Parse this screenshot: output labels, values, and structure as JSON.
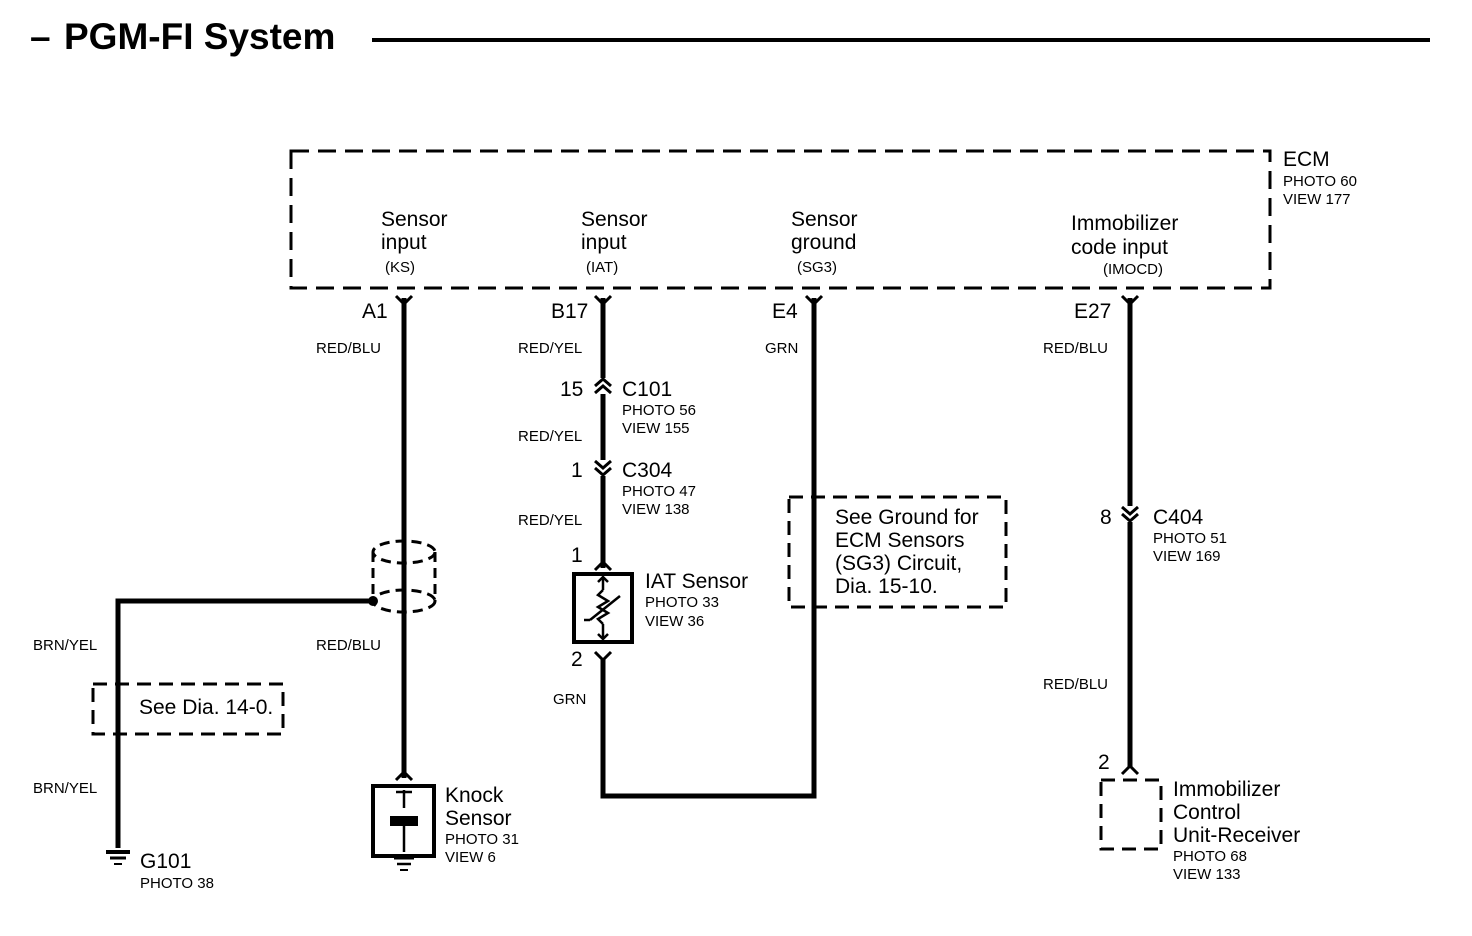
{
  "header": {
    "dash": "–",
    "title": "PGM-FI System"
  },
  "ecm": {
    "name": "ECM",
    "photo": "PHOTO 60",
    "view": "VIEW 177",
    "pins": [
      {
        "line1": "Sensor",
        "line2": "input",
        "signal": "(KS)",
        "pin": "A1"
      },
      {
        "line1": "Sensor",
        "line2": "input",
        "signal": "(IAT)",
        "pin": "B17"
      },
      {
        "line1": "Sensor",
        "line2": "ground",
        "signal": "(SG3)",
        "pin": "E4"
      },
      {
        "line1": "Immobilizer",
        "line2": "code input",
        "signal": "(IMOCD)",
        "pin": "E27"
      }
    ]
  },
  "wires": {
    "ks_top": "RED/BLU",
    "ks_bottom": "RED/BLU",
    "shield_1": "BRN/YEL",
    "shield_2": "BRN/YEL",
    "iat_1": "RED/YEL",
    "iat_2": "RED/YEL",
    "iat_3": "RED/YEL",
    "iat_ground": "GRN",
    "e4": "GRN",
    "imm_1": "RED/BLU",
    "imm_2": "RED/BLU"
  },
  "connectors": {
    "c101": {
      "pin": "15",
      "name": "C101",
      "photo": "PHOTO 56",
      "view": "VIEW 155"
    },
    "c304": {
      "pin": "1",
      "name": "C304",
      "photo": "PHOTO 47",
      "view": "VIEW 138"
    },
    "c404": {
      "pin": "8",
      "name": "C404",
      "photo": "PHOTO 51",
      "view": "VIEW 169"
    }
  },
  "iat_sensor": {
    "pin_top": "1",
    "pin_bottom": "2",
    "name": "IAT Sensor",
    "photo": "PHOTO 33",
    "view": "VIEW 36"
  },
  "knock_sensor": {
    "line1": "Knock",
    "line2": "Sensor",
    "photo": "PHOTO 31",
    "view": "VIEW 6"
  },
  "ground": {
    "name": "G101",
    "photo": "PHOTO 38"
  },
  "see_dia": "See Dia. 14-0.",
  "see_ground": {
    "line1": "See Ground for",
    "line2": "ECM Sensors",
    "line3": "(SG3) Circuit,",
    "line4": "Dia. 15-10."
  },
  "immobilizer": {
    "pin": "2",
    "line1": "Immobilizer",
    "line2": "Control",
    "line3": "Unit-Receiver",
    "photo": "PHOTO 68",
    "view": "VIEW 133"
  }
}
